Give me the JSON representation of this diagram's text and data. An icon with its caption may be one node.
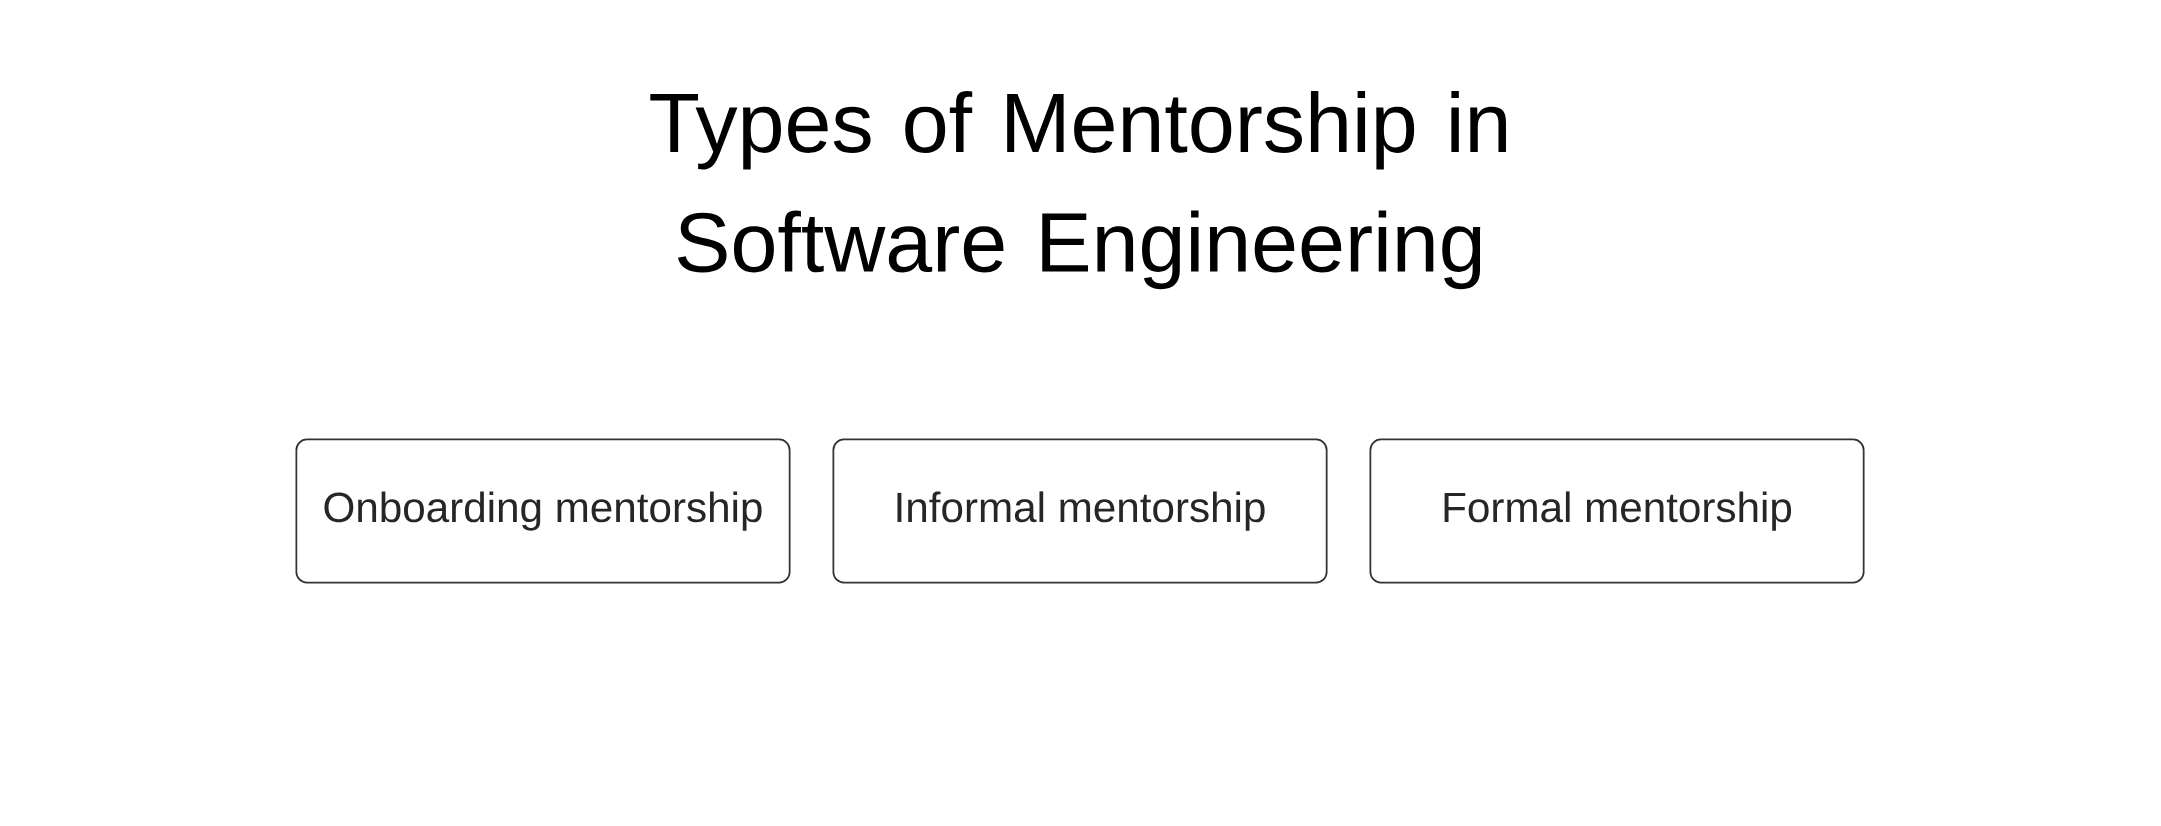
{
  "diagram": {
    "title": "Types of Mentorship in Software Engineering",
    "nodes": [
      {
        "text": [
          "Onboarding mentorship"
        ]
      },
      {
        "text": [
          "Informal mentorship"
        ]
      },
      {
        "text": [
          "Formal mentorship"
        ]
      }
    ]
  }
}
